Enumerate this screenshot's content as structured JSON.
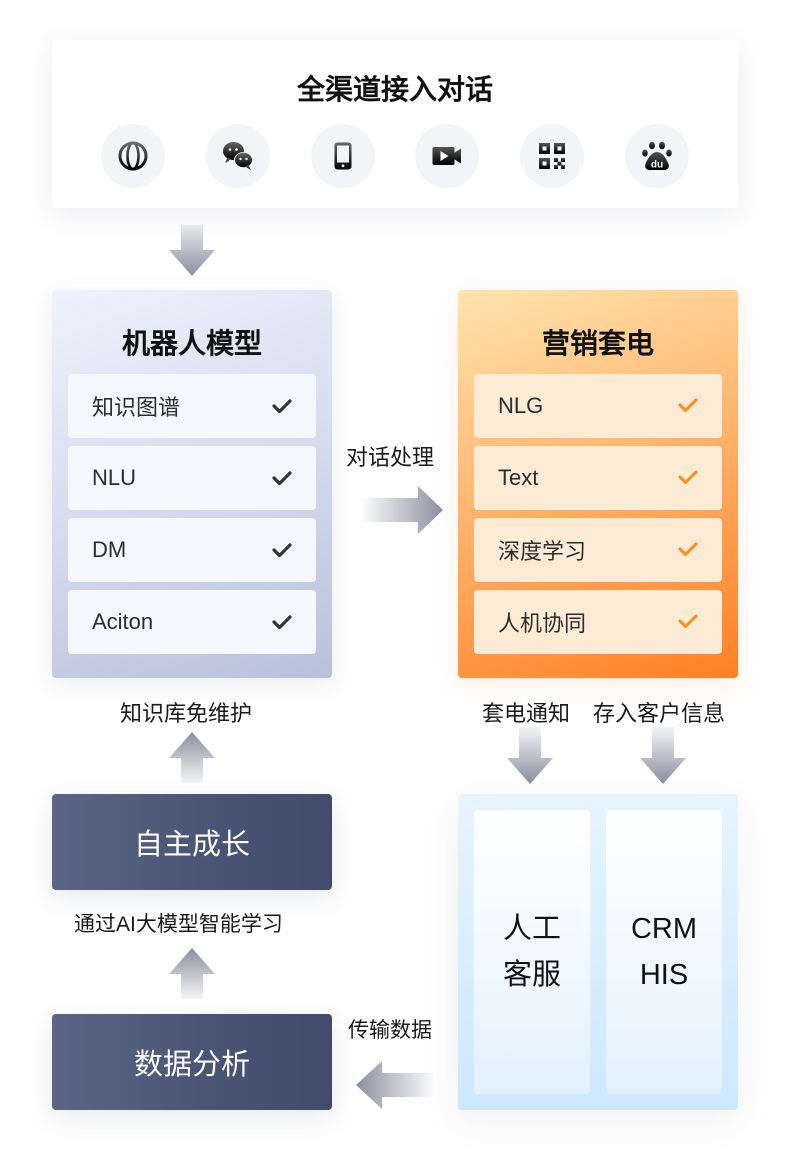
{
  "channels": {
    "title": "全渠道接入对话",
    "icons": [
      "globe-icon",
      "wechat-icon",
      "mobile-phone-icon",
      "video-camera-icon",
      "qr-code-icon",
      "baidu-paw-icon"
    ],
    "baidu_logo_text": "du"
  },
  "robot_model": {
    "title": "机器人模型",
    "items": [
      {
        "label": "知识图谱",
        "checked": true
      },
      {
        "label": "NLU",
        "checked": true
      },
      {
        "label": "DM",
        "checked": true
      },
      {
        "label": "Aciton",
        "checked": true
      }
    ],
    "check_color": "#333333"
  },
  "dialog_processing": {
    "label": "对话处理"
  },
  "marketing": {
    "title": "营销套电",
    "items": [
      {
        "label": "NLG",
        "checked": true
      },
      {
        "label": "Text",
        "checked": true
      },
      {
        "label": "深度学习",
        "checked": true
      },
      {
        "label": "人机协同",
        "checked": true
      }
    ],
    "check_color": "#ff8c1a"
  },
  "flow_labels": {
    "knowledge_maintenance": "知识库免维护",
    "lead_notification": "套电通知",
    "store_customer_info": "存入客户信息",
    "ai_learning": "通过AI大模型智能学习",
    "transfer_data": "传输数据"
  },
  "self_growth": {
    "label": "自主成长"
  },
  "data_analysis": {
    "label": "数据分析"
  },
  "systems": {
    "manual_service": [
      "人工",
      "客服"
    ],
    "crm_his": [
      "CRM",
      "HIS"
    ]
  },
  "colors": {
    "dark_box": "#4a5475",
    "orange_accent": "#ff8c1a",
    "blue_card": "#cde8fd",
    "arrow": "#8e93a4"
  }
}
